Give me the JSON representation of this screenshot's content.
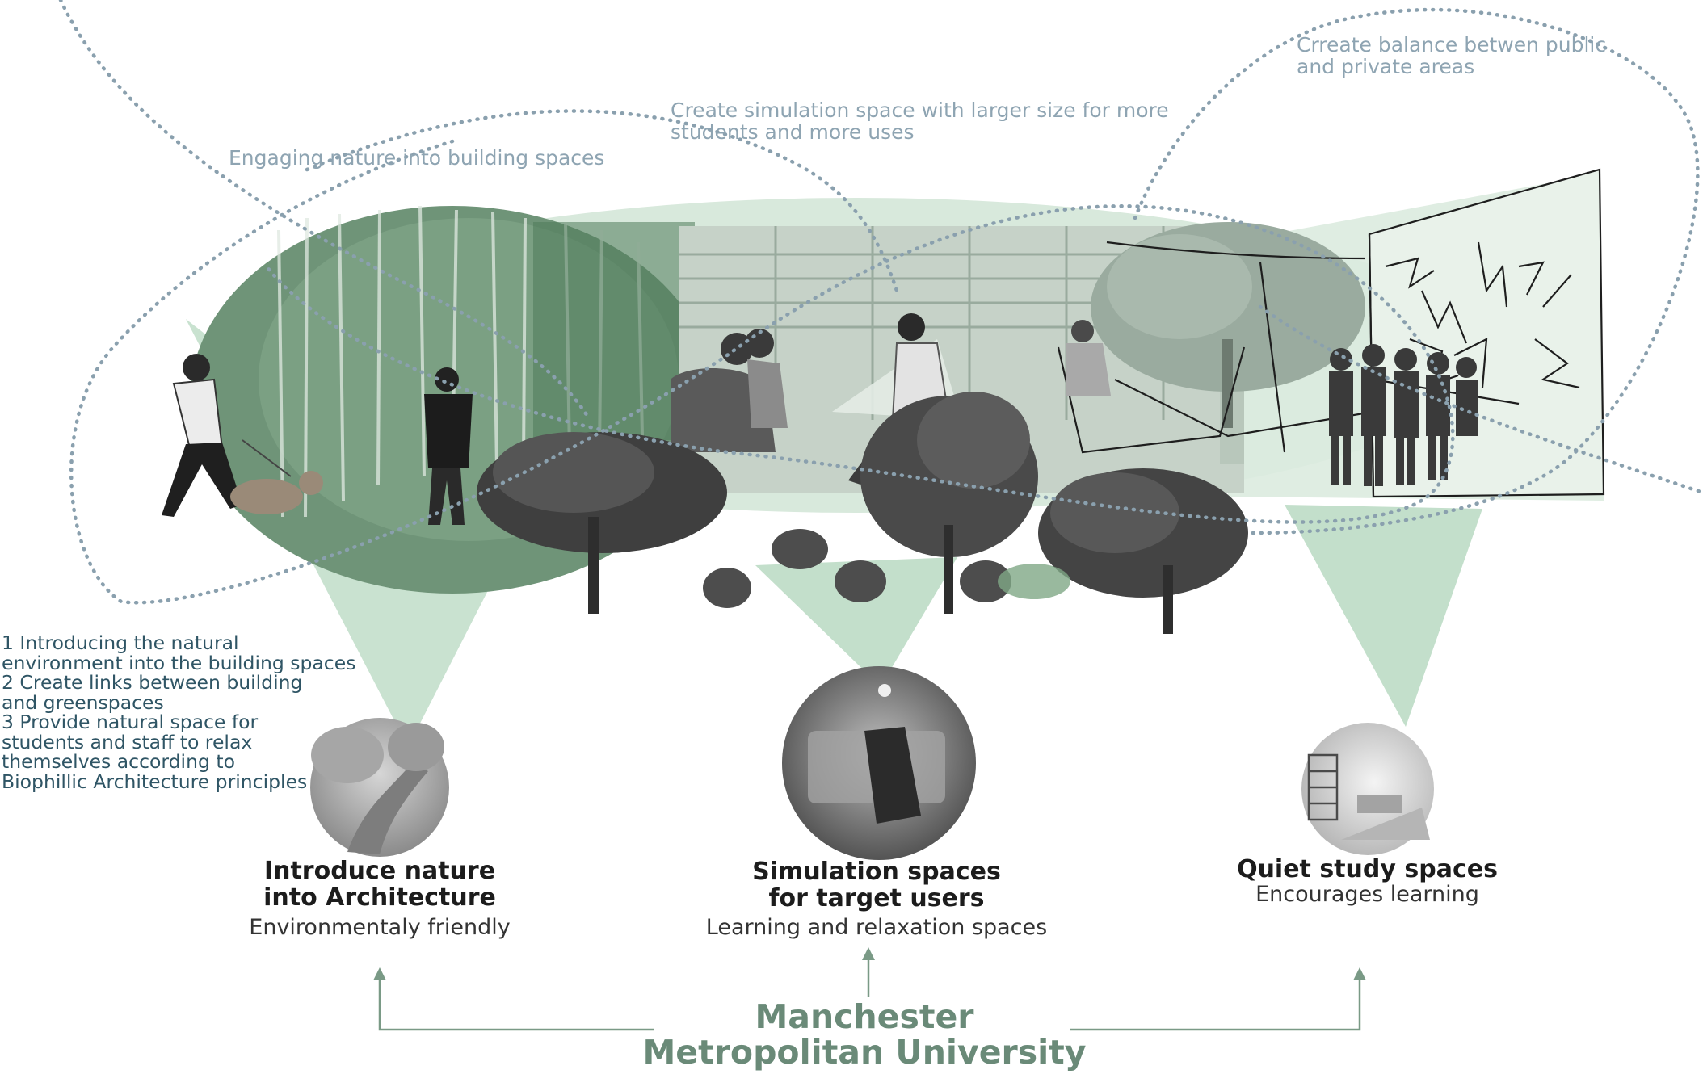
{
  "notes": {
    "nature": "Engaging nature into building spaces",
    "simulation": "Create simulation space with larger size for more\nstudents and more uses",
    "balance": "Crreate balance betwen public\nand private areas"
  },
  "principles": "1 Introducing the natural\nenvironment into the building spaces\n2 Create links between building\nand greenspaces\n3 Provide natural space for\nstudents and staff to relax\nthemselves according to\nBiophillic Architecture principles",
  "spaces": [
    {
      "title": "Introduce nature\ninto Architecture",
      "subtitle": "Environmentaly friendly"
    },
    {
      "title": "Simulation spaces\nfor target users",
      "subtitle": "Learning and relaxation spaces"
    },
    {
      "title": "Quiet study spaces",
      "subtitle": "Encourages learning"
    }
  ],
  "university": "Manchester\nMetropolitan University",
  "colors": {
    "green_light": "#d3e6d8",
    "green_cone": "#c3dfcb",
    "green_dark": "#5f8a6a",
    "dotted_line": "#8aa0ae",
    "arrow": "#7a9a86",
    "text_green": "#6a8a78",
    "text_note": "#8ea4b2",
    "text_list": "#2f5565"
  }
}
